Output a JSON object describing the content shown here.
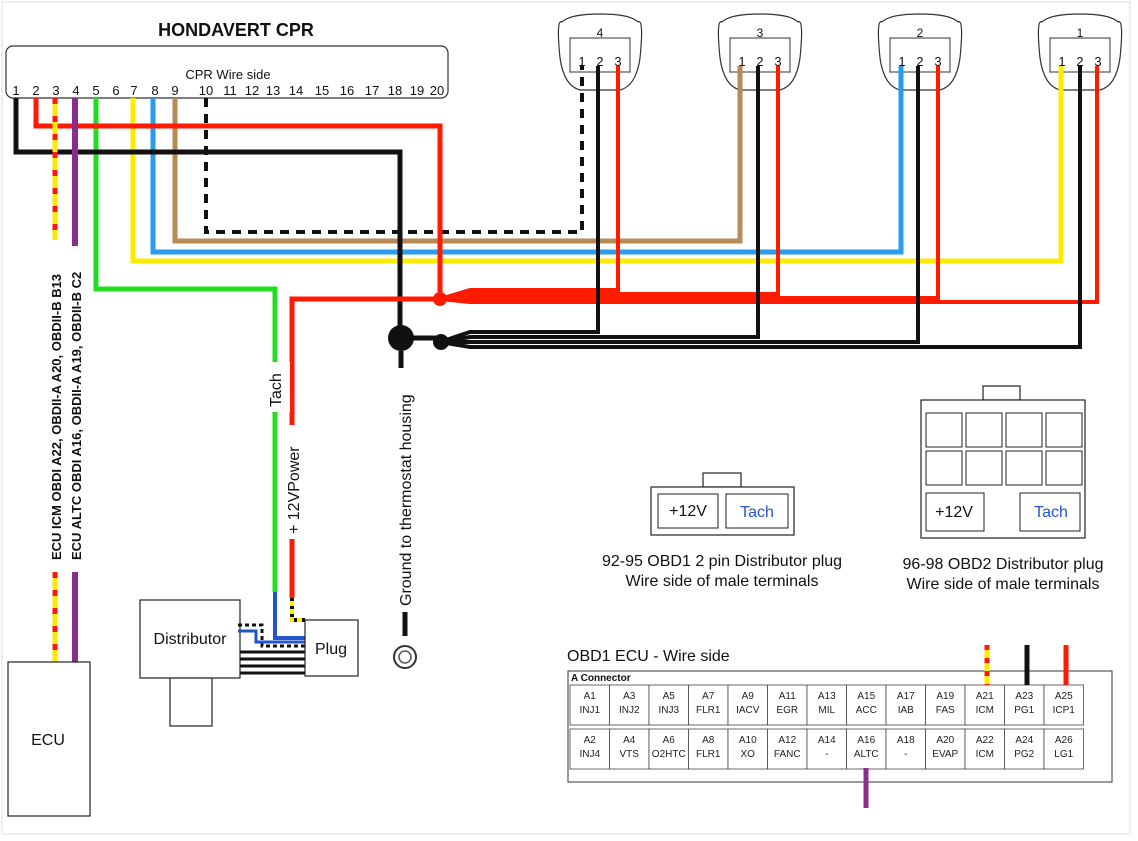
{
  "title": "HONDAVERT CPR",
  "cpr_connector": {
    "label": "CPR Wire side",
    "pins": [
      "1",
      "2",
      "3",
      "4",
      "5",
      "6",
      "7",
      "8",
      "9",
      "10",
      "11",
      "12",
      "13",
      "14",
      "15",
      "16",
      "17",
      "18",
      "19",
      "20"
    ]
  },
  "coil_plugs": [
    {
      "number": "4",
      "pins": [
        "1",
        "2",
        "3"
      ]
    },
    {
      "number": "3",
      "pins": [
        "1",
        "2",
        "3"
      ]
    },
    {
      "number": "2",
      "pins": [
        "1",
        "2",
        "3"
      ]
    },
    {
      "number": "1",
      "pins": [
        "1",
        "2",
        "3"
      ]
    }
  ],
  "labels": {
    "ecu_icm": "ECU ICM OBDI A22, OBDII-A A20, OBDII-B B13",
    "ecu_altc": "ECU ALTC OBDI A16, OBDII-A A19, OBDII-B C2",
    "tach": "Tach",
    "power": "+ 12VPower",
    "ground": "Ground to thermostat housing",
    "distributor": "Distributor",
    "plug": "Plug",
    "ecu": "ECU"
  },
  "obd1_plug": {
    "left": "+12V",
    "right": "Tach",
    "caption1": "92-95 OBD1 2 pin Distributor plug",
    "caption2": "Wire side of male terminals"
  },
  "obd2_plug": {
    "left": "+12V",
    "right": "Tach",
    "caption1": "96-98 OBD2 Distributor plug",
    "caption2": "Wire side of male terminals"
  },
  "ecu_table": {
    "title": "OBD1 ECU - Wire side",
    "connector": "A Connector",
    "top_row": [
      [
        "A1",
        "INJ1"
      ],
      [
        "A3",
        "INJ2"
      ],
      [
        "A5",
        "INJ3"
      ],
      [
        "A7",
        "FLR1"
      ],
      [
        "A9",
        "IACV"
      ],
      [
        "A11",
        "EGR"
      ],
      [
        "A13",
        "MIL"
      ],
      [
        "A15",
        "ACC"
      ],
      [
        "A17",
        "IAB"
      ],
      [
        "A19",
        "FAS"
      ],
      [
        "A21",
        "ICM"
      ],
      [
        "A23",
        "PG1"
      ],
      [
        "A25",
        "ICP1"
      ]
    ],
    "bottom_row": [
      [
        "A2",
        "INJ4"
      ],
      [
        "A4",
        "VTS"
      ],
      [
        "A6",
        "O2HTC"
      ],
      [
        "A8",
        "FLR1"
      ],
      [
        "A10",
        "XO"
      ],
      [
        "A12",
        "FANC"
      ],
      [
        "A14",
        "-"
      ],
      [
        "A16",
        "ALTC"
      ],
      [
        "A18",
        "-"
      ],
      [
        "A20",
        "EVAP"
      ],
      [
        "A22",
        "ICM"
      ],
      [
        "A24",
        "PG2"
      ],
      [
        "A26",
        "LG1"
      ]
    ]
  },
  "colors": {
    "red": "#ff1a00",
    "black": "#111111",
    "yellow": "#ffea00",
    "blue": "#2b9bef",
    "brown": "#b88a55",
    "green": "#22dd22",
    "purple": "#8b2d8f",
    "dark_blue": "#2255cc"
  }
}
